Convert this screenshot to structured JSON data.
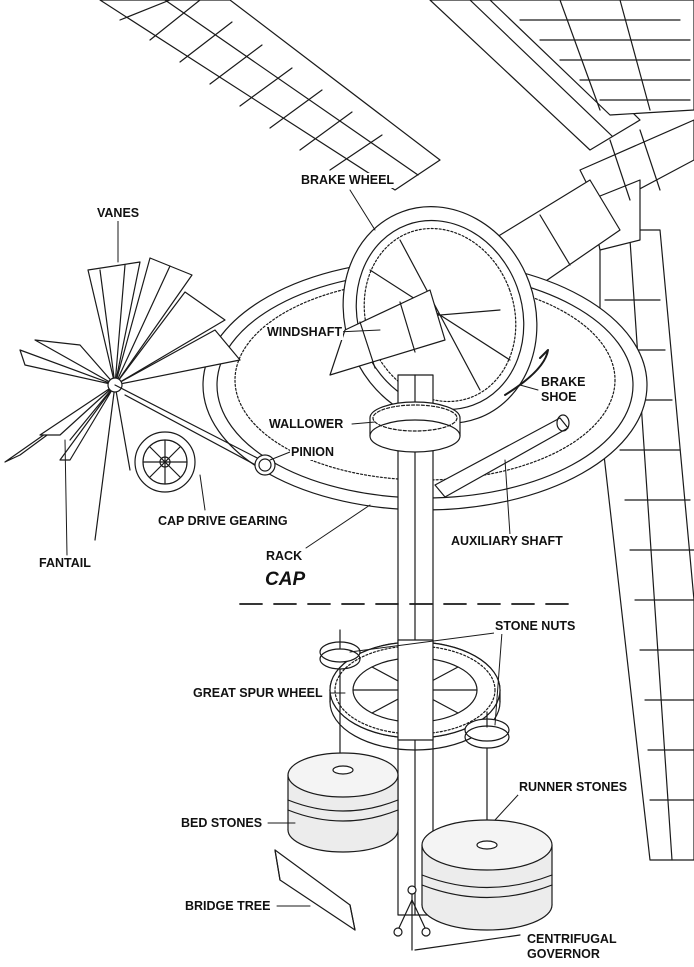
{
  "labels": {
    "brake_wheel": "BRAKE WHEEL",
    "vanes": "VANES",
    "windshaft": "WINDSHAFT",
    "brake_shoe": "BRAKE\nSHOE",
    "wallower": "WALLOWER",
    "pinion": "PINION",
    "cap_drive_gearing": "CAP DRIVE GEARING",
    "fantail": "FANTAIL",
    "rack": "RACK",
    "auxiliary_shaft": "AUXILIARY SHAFT",
    "cap": "CAP",
    "stone_nuts": "STONE NUTS",
    "great_spur_wheel": "GREAT SPUR WHEEL",
    "runner_stones": "RUNNER STONES",
    "bed_stones": "BED STONES",
    "bridge_tree": "BRIDGE TREE",
    "centrifugal_governor": "CENTRIFUGAL\nGOVERNOR"
  },
  "colors": {
    "line": "#1a1a1a",
    "background": "#ffffff",
    "stone_fill": "#ececec"
  }
}
